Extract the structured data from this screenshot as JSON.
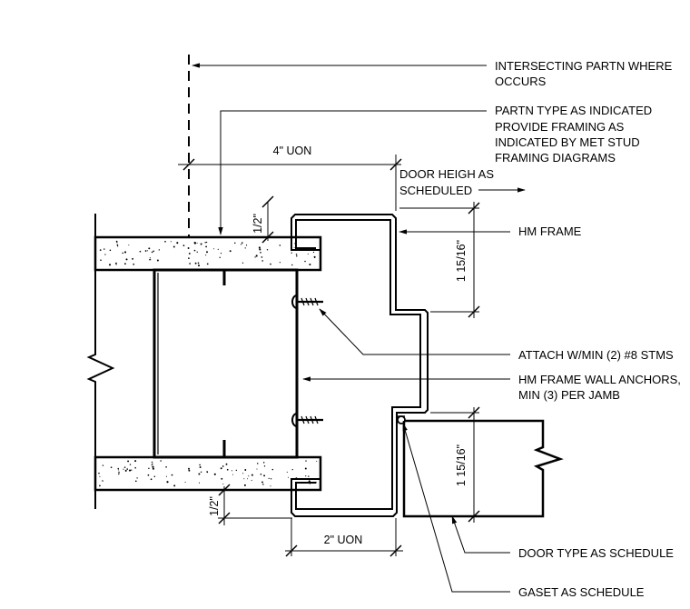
{
  "notes": {
    "intersecting_partn": [
      "INTERSECTING PARTN WHERE",
      "OCCURS"
    ],
    "partn_type": [
      "PARTN TYPE AS INDICATED",
      "PROVIDE FRAMING AS",
      "INDICATED BY MET STUD",
      "FRAMING DIAGRAMS"
    ],
    "door_height": [
      "DOOR HEIGH AS",
      "SCHEDULED"
    ],
    "hm_frame": "HM FRAME",
    "attach": "ATTACH W/MIN (2) #8 STMS",
    "wall_anchors": [
      "HM FRAME WALL ANCHORS,",
      "MIN (3) PER JAMB"
    ],
    "door_type": "DOOR TYPE AS SCHEDULE",
    "gasket": "GASET AS SCHEDULE"
  },
  "dimensions": {
    "top_offset": "4\" UON",
    "gypsum_top": "1/2\"",
    "gypsum_bottom": "1/2\"",
    "frame_face": "1 15/16\"",
    "door_thickness": "1 15/16\"",
    "frame_depth": "2\" UON"
  }
}
